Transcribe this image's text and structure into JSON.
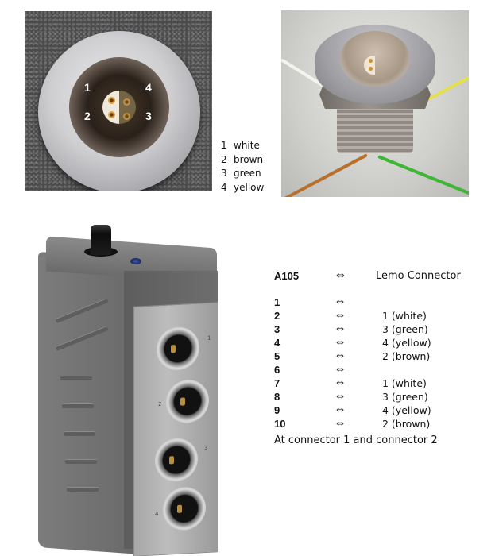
{
  "photo_front": {
    "pin_labels": [
      "1",
      "2",
      "3",
      "4"
    ]
  },
  "color_legend": {
    "items": [
      {
        "num": "1",
        "color": "white"
      },
      {
        "num": "2",
        "color": "brown"
      },
      {
        "num": "3",
        "color": "green"
      },
      {
        "num": "4",
        "color": "yellow"
      }
    ]
  },
  "photo_wires": {
    "wire_colors": {
      "white": "#f4f4ef",
      "yellow": "#e5e04a",
      "brown": "#b8702e",
      "green": "#3fb635"
    }
  },
  "device_photo": {
    "socket_labels": [
      "1",
      "2",
      "3",
      "4"
    ]
  },
  "pinout": {
    "header": {
      "left": "A105",
      "arrow": "⇔",
      "right": "Lemo Connector"
    },
    "rows": [
      {
        "a105": "1",
        "arrow": "⇔",
        "lemo": ""
      },
      {
        "a105": "2",
        "arrow": "⇔",
        "lemo": "1 (white)"
      },
      {
        "a105": "3",
        "arrow": "⇔",
        "lemo": "3 (green)"
      },
      {
        "a105": "4",
        "arrow": "⇔",
        "lemo": "4 (yellow)"
      },
      {
        "a105": "5",
        "arrow": "⇔",
        "lemo": "2 (brown)"
      },
      {
        "a105": "6",
        "arrow": "⇔",
        "lemo": ""
      },
      {
        "a105": "7",
        "arrow": "⇔",
        "lemo": "1 (white)"
      },
      {
        "a105": "8",
        "arrow": "⇔",
        "lemo": "3 (green)"
      },
      {
        "a105": "9",
        "arrow": "⇔",
        "lemo": "4 (yellow)"
      },
      {
        "a105": "10",
        "arrow": "⇔",
        "lemo": "2 (brown)"
      }
    ],
    "note": "At connector 1 and connector 2"
  }
}
